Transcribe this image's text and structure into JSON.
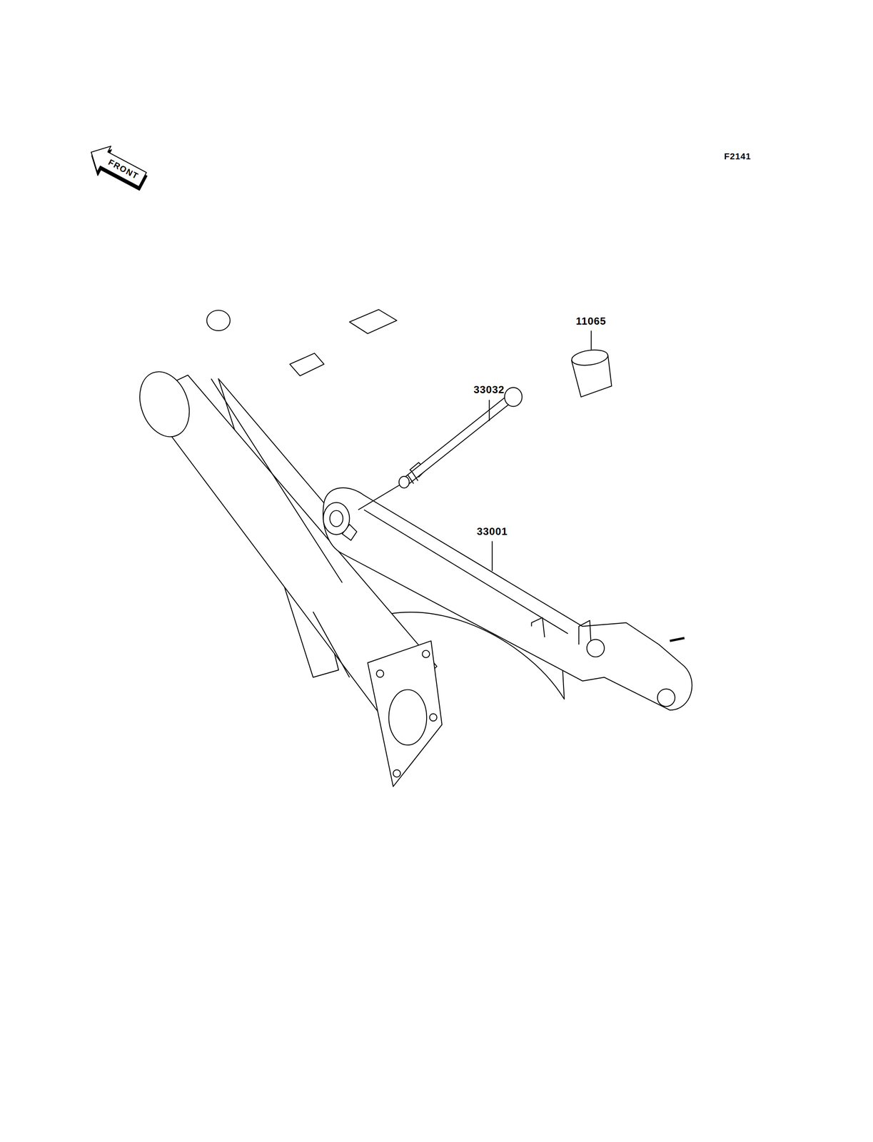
{
  "diagram": {
    "labels": [
      "F2141",
      "FRONT",
      "11065",
      "33032",
      "33001"
    ]
  }
}
